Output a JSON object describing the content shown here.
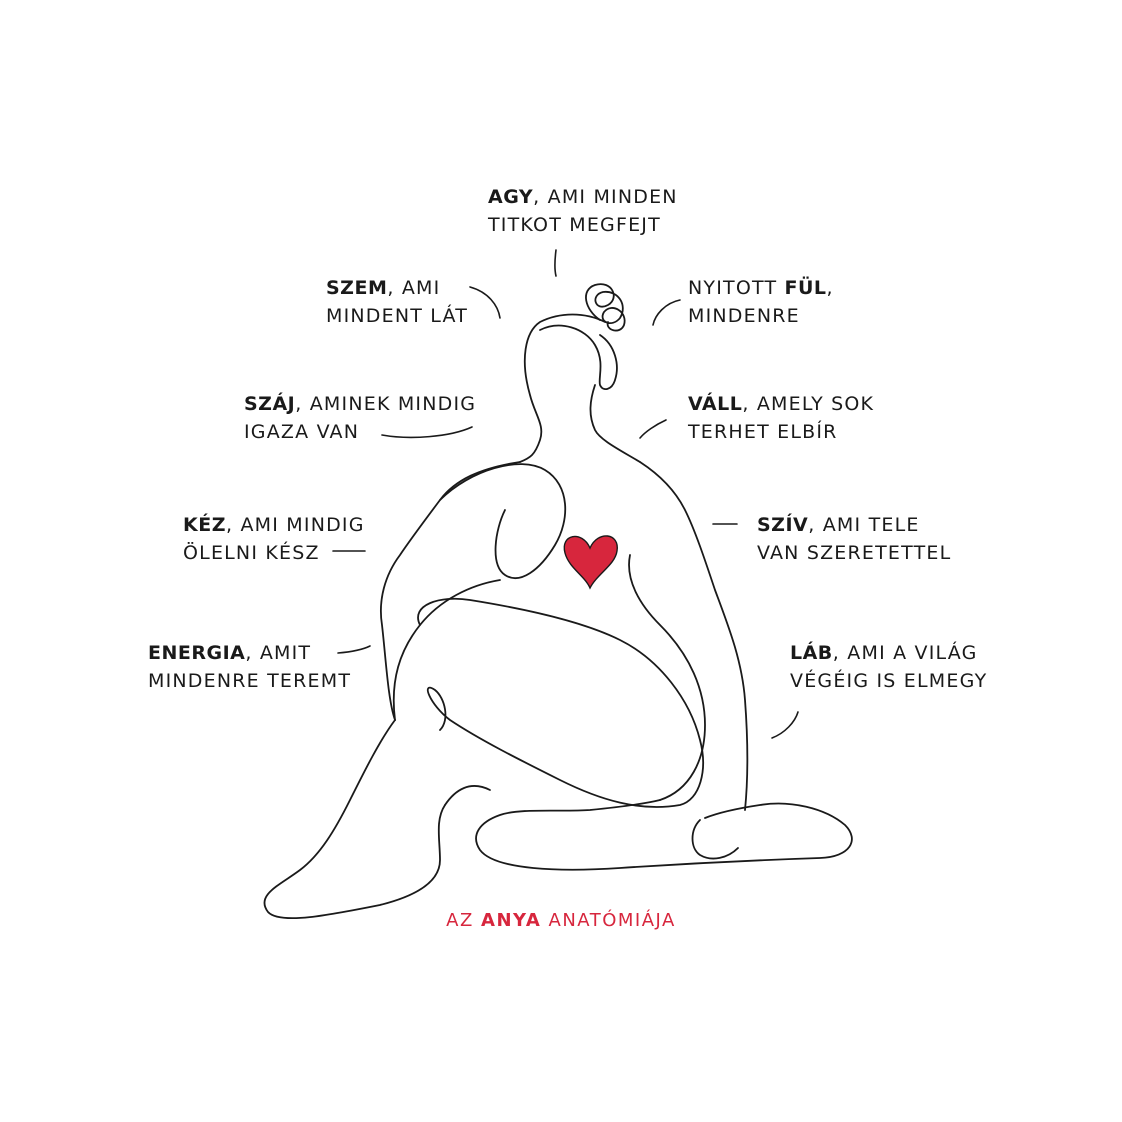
{
  "labels": {
    "agy": {
      "bold": "AGY",
      "rest": ", AMI MINDEN",
      "line2": "TITKOT MEGFEJT"
    },
    "szem": {
      "bold": "SZEM",
      "rest": ", AMI",
      "line2": "MINDENT LÁT"
    },
    "ful": {
      "pre": "NYITOTT ",
      "bold": "FÜL",
      "rest": ",",
      "line2": "MINDENRE"
    },
    "szaj": {
      "bold": "SZÁJ",
      "rest": ", AMINEK MINDIG",
      "line2": "IGAZA VAN"
    },
    "vall": {
      "bold": "VÁLL",
      "rest": ", AMELY SOK",
      "line2": "TERHET ELBÍR"
    },
    "kez": {
      "bold": "KÉZ",
      "rest": ", AMI MINDIG",
      "line2": "ÖLELNI KÉSZ"
    },
    "sziv": {
      "bold": "SZÍV",
      "rest": ", AMI TELE",
      "line2": "VAN SZERETETTEL"
    },
    "energia": {
      "bold": "ENERGIA",
      "rest": ", AMIT",
      "line2": "MINDENRE TEREMT"
    },
    "lab": {
      "bold": "LÁB",
      "rest": ", AMI A VILÁG",
      "line2": "VÉGÉIG IS ELMEGY"
    }
  },
  "footer": {
    "pre": "AZ ",
    "bold": "ANYA",
    "post": " ANATÓMIÁJA"
  },
  "colors": {
    "line": "#1a1a1a",
    "heart": "#d7263d",
    "footer": "#d7263d"
  }
}
